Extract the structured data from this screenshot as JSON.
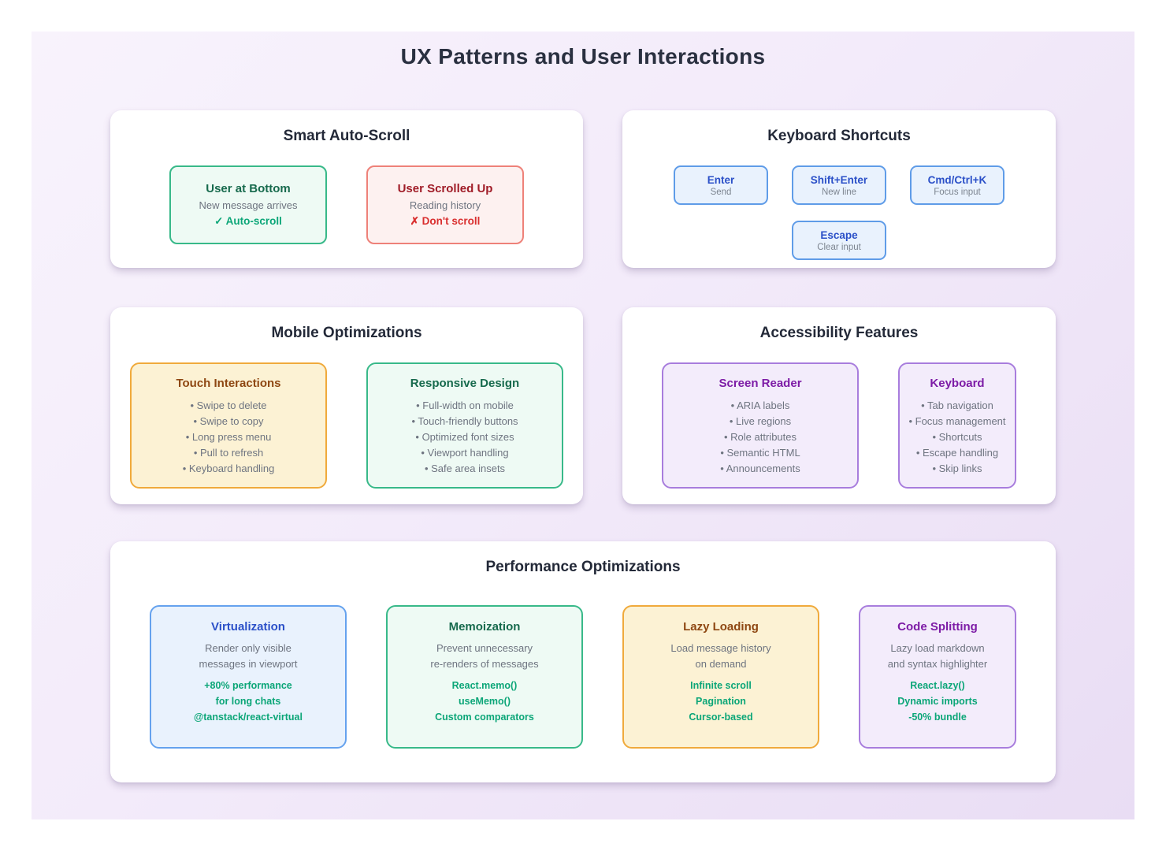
{
  "title": "UX Patterns and User Interactions",
  "palette": {
    "background_gradient": [
      "#f8f3fc",
      "#e9ddf4"
    ],
    "card_background": "#ffffff",
    "heading_text": "#2a3040",
    "muted_text": "#6e7480",
    "green": {
      "border": "#38b989",
      "background": "#eefaf4",
      "title": "#176a4d",
      "accent": "#0ca678"
    },
    "red": {
      "border": "#ee8179",
      "background": "#fdf1f0",
      "title": "#a01c27",
      "accent": "#d92f2f"
    },
    "blue": {
      "border": "#65a2ee",
      "background": "#e9f2fd",
      "title": "#2b50c8"
    },
    "yellow": {
      "border": "#f0aa3c",
      "background": "#fcf2d4",
      "title": "#8e4712"
    },
    "purple": {
      "border": "#a87ddd",
      "background": "#f3ecfb",
      "title": "#7d1ca6"
    }
  },
  "auto_scroll": {
    "title": "Smart Auto-Scroll",
    "states": [
      {
        "title": "User at Bottom",
        "event": "New message arrives",
        "result": "✓ Auto-scroll"
      },
      {
        "title": "User Scrolled Up",
        "event": "Reading history",
        "result": "✗ Don't scroll"
      }
    ]
  },
  "keyboard_shortcuts": {
    "title": "Keyboard Shortcuts",
    "keys": [
      {
        "key": "Enter",
        "action": "Send"
      },
      {
        "key": "Shift+Enter",
        "action": "New line"
      },
      {
        "key": "Cmd/Ctrl+K",
        "action": "Focus input"
      },
      {
        "key": "Escape",
        "action": "Clear input"
      }
    ]
  },
  "mobile": {
    "title": "Mobile Optimizations",
    "groups": [
      {
        "title": "Touch Interactions",
        "items": [
          "Swipe to delete",
          "Swipe to copy",
          "Long press menu",
          "Pull to refresh",
          "Keyboard handling"
        ]
      },
      {
        "title": "Responsive Design",
        "items": [
          "Full-width on mobile",
          "Touch-friendly buttons",
          "Optimized font sizes",
          "Viewport handling",
          "Safe area insets"
        ]
      }
    ]
  },
  "accessibility": {
    "title": "Accessibility Features",
    "groups": [
      {
        "title": "Screen Reader",
        "items": [
          "ARIA labels",
          "Live regions",
          "Role attributes",
          "Semantic HTML",
          "Announcements"
        ]
      },
      {
        "title": "Keyboard",
        "items": [
          "Tab navigation",
          "Focus management",
          "Shortcuts",
          "Escape handling",
          "Skip links"
        ]
      }
    ]
  },
  "performance": {
    "title": "Performance Optimizations",
    "techniques": [
      {
        "title": "Virtualization",
        "description": [
          "Render only visible",
          "messages in viewport"
        ],
        "details": [
          "+80% performance",
          "for long chats",
          "@tanstack/react-virtual"
        ]
      },
      {
        "title": "Memoization",
        "description": [
          "Prevent unnecessary",
          "re-renders of messages"
        ],
        "details": [
          "React.memo()",
          "useMemo()",
          "Custom comparators"
        ]
      },
      {
        "title": "Lazy Loading",
        "description": [
          "Load message history",
          "on demand"
        ],
        "details": [
          "Infinite scroll",
          "Pagination",
          "Cursor-based"
        ]
      },
      {
        "title": "Code Splitting",
        "description": [
          "Lazy load markdown",
          "and syntax highlighter"
        ],
        "details": [
          "React.lazy()",
          "Dynamic imports",
          "-50% bundle"
        ]
      }
    ]
  }
}
